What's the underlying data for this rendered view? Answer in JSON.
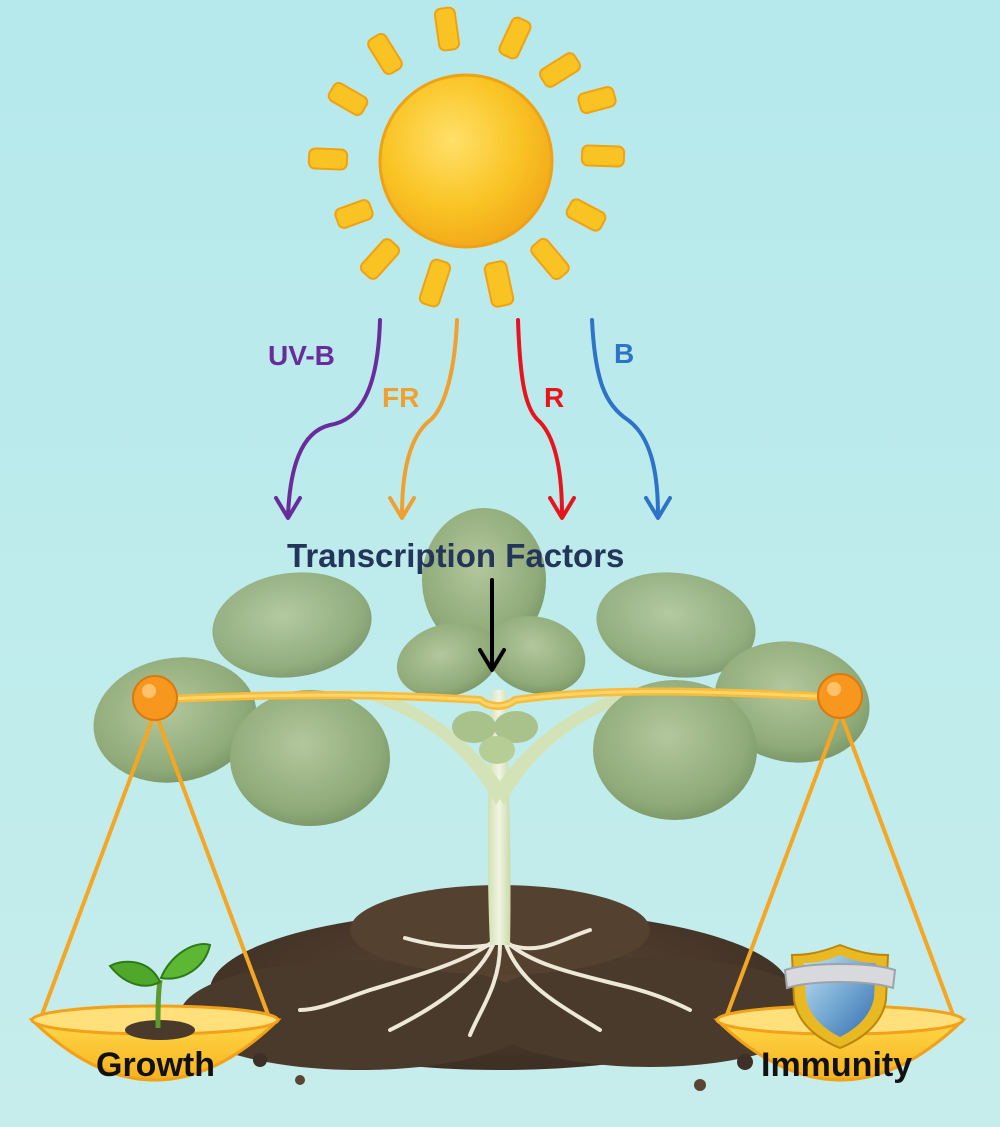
{
  "light_signals": [
    {
      "label": "UV-B",
      "color": "#6a2c9a"
    },
    {
      "label": "FR",
      "color": "#f0a030"
    },
    {
      "label": "R",
      "color": "#e8141c"
    },
    {
      "label": "B",
      "color": "#2e73c8"
    }
  ],
  "center_label": "Transcription Factors",
  "balance": {
    "left_pan": {
      "label": "Growth",
      "icon": "seedling-icon"
    },
    "right_pan": {
      "label": "Immunity",
      "icon": "shield-icon"
    }
  },
  "colors": {
    "sky_top": "#b5e9ec",
    "sky_bottom": "#c6edec",
    "sun": "#f7c321",
    "scale": "#f5a623",
    "leaf": "#8fae78",
    "soil": "#4a3a2c",
    "label_dark": "#23365a"
  }
}
